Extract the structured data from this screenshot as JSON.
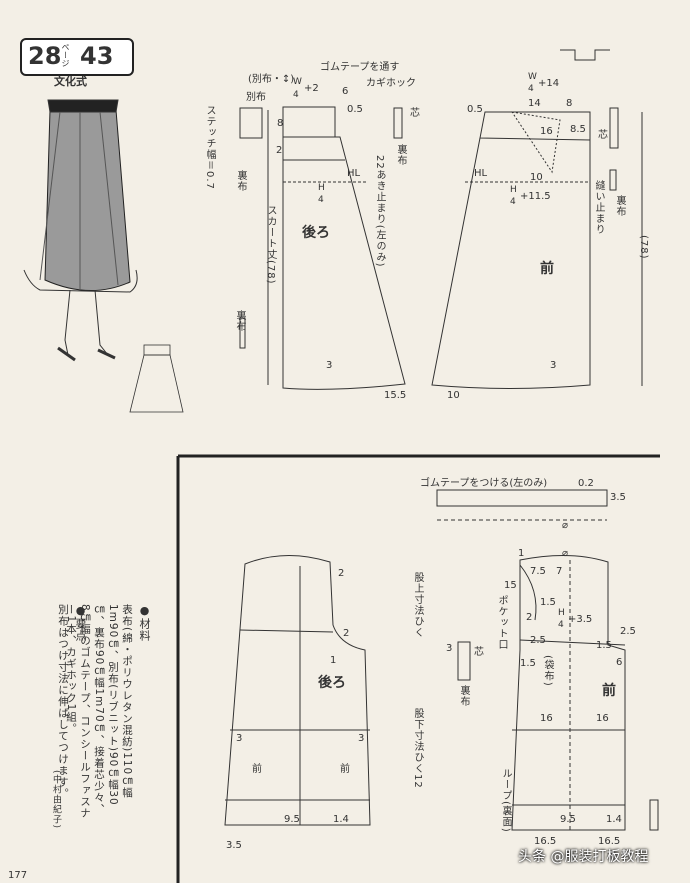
{
  "header": {
    "page_number": "28",
    "page_unit": "ページ",
    "design_number": "43",
    "publisher": "文化式"
  },
  "skirt": {
    "back": {
      "belt_label": "(別布・↕)",
      "belt_label2": "別布",
      "w_formula_num": "W",
      "w_formula_den": "4",
      "w_plus": "+2",
      "elastic_note": "ゴムテープを通す",
      "hook_note": "カギホック",
      "stitch_note": "ステッチ幅＝0.7",
      "lining_note": "裏布",
      "skirt_length": "スカート丈(78)",
      "hl": "HL",
      "h_num": "H",
      "h_den": "4",
      "open_end": "22あき止まり(左のみ)",
      "label": "後ろ",
      "dim_8": "8",
      "dim_6": "6",
      "dim_05": "0.5",
      "dim_2": "2",
      "dim_3": "3",
      "dim_155": "15.5",
      "core": "芯",
      "lining2": "裏布",
      "lining3": "裏布"
    },
    "front": {
      "w_num": "W",
      "w_den": "4",
      "w_plus": "+14",
      "dim_05": "0.5",
      "dim_14": "14",
      "dim_8": "8",
      "dim_16": "16",
      "dim_85": "8.5",
      "core": "芯",
      "hl": "HL",
      "dim_10a": "10",
      "h_num": "H",
      "h_den": "4",
      "h_plus": "+11.5",
      "stitch_stop": "縫い止まり",
      "label": "前",
      "length": "(78)",
      "dim_3": "3",
      "dim_10b": "10",
      "lining": "裏布"
    }
  },
  "materials": {
    "title": "●材料",
    "body": "表布(綿・ポリウレタン混紡)110㎝幅1m90㎝、別布(リブニット)90㎝幅30㎝、裏布90㎝幅1m70㎝、接着芯少々、8㎝幅のゴムテープ、コンシールファスナー1本、カギホック1組。",
    "point_title": "●要点",
    "point_body": "別布はつけ寸法に伸ばしてつけます。",
    "author": "(中村由紀子)"
  },
  "pants": {
    "back": {
      "label": "後ろ",
      "dim_2a": "2",
      "dim_2b": "2",
      "dim_1": "1",
      "dim_3a": "3",
      "dim_3b": "3",
      "mae": "前",
      "mae2": "前",
      "dim_95": "9.5",
      "dim_14": "1.4",
      "dim_35": "3.5",
      "rise_note": "股上寸法ひく",
      "inseam_note": "股下寸法ひく12"
    },
    "elastic": {
      "note": "ゴムテープをつける(左のみ)",
      "dim_02": "0.2",
      "dim_35": "3.5",
      "sym": "⌀"
    },
    "front": {
      "dim_1a": "1",
      "sym": "⌀",
      "dim_75": "7.5",
      "dim_7": "7",
      "dim_15": "15",
      "pocket": "ポケット口",
      "dim_15b": "1.5",
      "dim_2": "2",
      "h_num": "H",
      "h_den": "4",
      "h_plus": "+3.5",
      "dim_25a": "2.5",
      "dim_25b": "2.5",
      "dim_15c": "1.5",
      "dim_15d": "1.5",
      "bag": "(袋布)",
      "dim_6": "6",
      "label": "前",
      "dim_16a": "16",
      "dim_16b": "16",
      "loop": "ループ(裏面)",
      "dim_95": "9.5",
      "dim_14": "1.4",
      "dim_165a": "16.5",
      "dim_165b": "16.5",
      "core": "芯",
      "dim_3": "3",
      "lining": "裏布"
    }
  },
  "footer": {
    "page": "177",
    "watermark": "头条 @服装打板教程"
  }
}
